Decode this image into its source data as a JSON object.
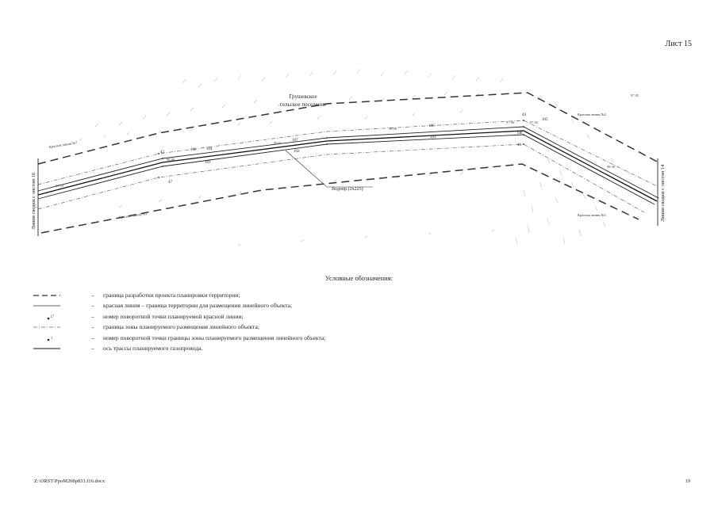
{
  "sheet_label": "Лист 15",
  "drawing": {
    "settlement_line1": "Грушевское",
    "settlement_line2": "сельское поселение",
    "pipeline_label": "Водопр.(2х225)",
    "match_line_left": "Линия сводки с листом 16",
    "match_line_right": "Линия сводки с листом 14",
    "red_line_ul": "Красная линия №7",
    "red_line_ll": "Красная линия №1",
    "red_line_ur": "Красная линия №2",
    "red_line_lr": "Красная линия №1",
    "point_labels": [
      "42",
      "106",
      "44",
      "46",
      "47",
      "106",
      "105",
      "108",
      "101",
      "102",
      "103",
      "104",
      "107"
    ],
    "elevations": [
      "97.10",
      "98.80",
      "99.01",
      "98.09",
      "97.06",
      "97.05",
      "98.30",
      "97.05"
    ]
  },
  "legend": {
    "title": "Условные обозначения:",
    "dash": "–",
    "items": [
      "граница разработки проекта планировки территории;",
      "красная линия – граница территории для размещения линейного объекта;",
      "номер поворотной точки планируемой красной линии;",
      "граница зоны планируемого размещения линейного объекта;",
      "номер поворотной точки границы зоны планируемого размещения линейного объекта;",
      "ось трассы планируемого газопровода."
    ],
    "marker_label_red": "17",
    "marker_label_zone": "1"
  },
  "footer": {
    "path": "Z:\\ORST\\PpoM208p833.f16.docx",
    "page": "19"
  }
}
